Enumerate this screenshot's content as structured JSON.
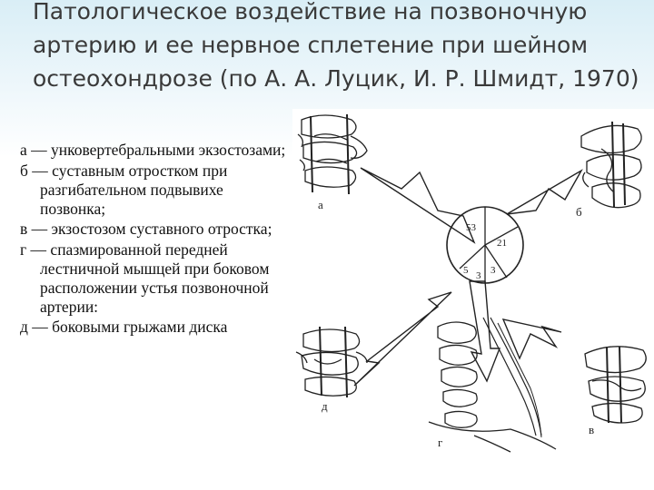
{
  "slide": {
    "title": "Патологическое воздействие на позвоночную артерию и ее нервное сплетение при шейном остеохондрозе (по А. А. Луцик, И. Р. Шмидт, 1970)"
  },
  "legend": [
    {
      "text": "а — унковертебральными экзостозами;"
    },
    {
      "text": "б — суставным отростком при разгибательном подвывихе позвонка;"
    },
    {
      "text": "в — экзостозом суставного отростка;"
    },
    {
      "text": "г — спазмированной передней лестничной мышцей при боковом расположении устья позвоночной артерии:"
    },
    {
      "text": "д — боковыми грыжами диска"
    }
  ],
  "figure": {
    "labels": {
      "a": "а",
      "b": "б",
      "v": "в",
      "g": "г",
      "d": "д"
    },
    "circle_values": {
      "top": "53",
      "right": "21",
      "bottom_left": "5",
      "bottom_mid": "3",
      "bottom_right": "3"
    }
  }
}
